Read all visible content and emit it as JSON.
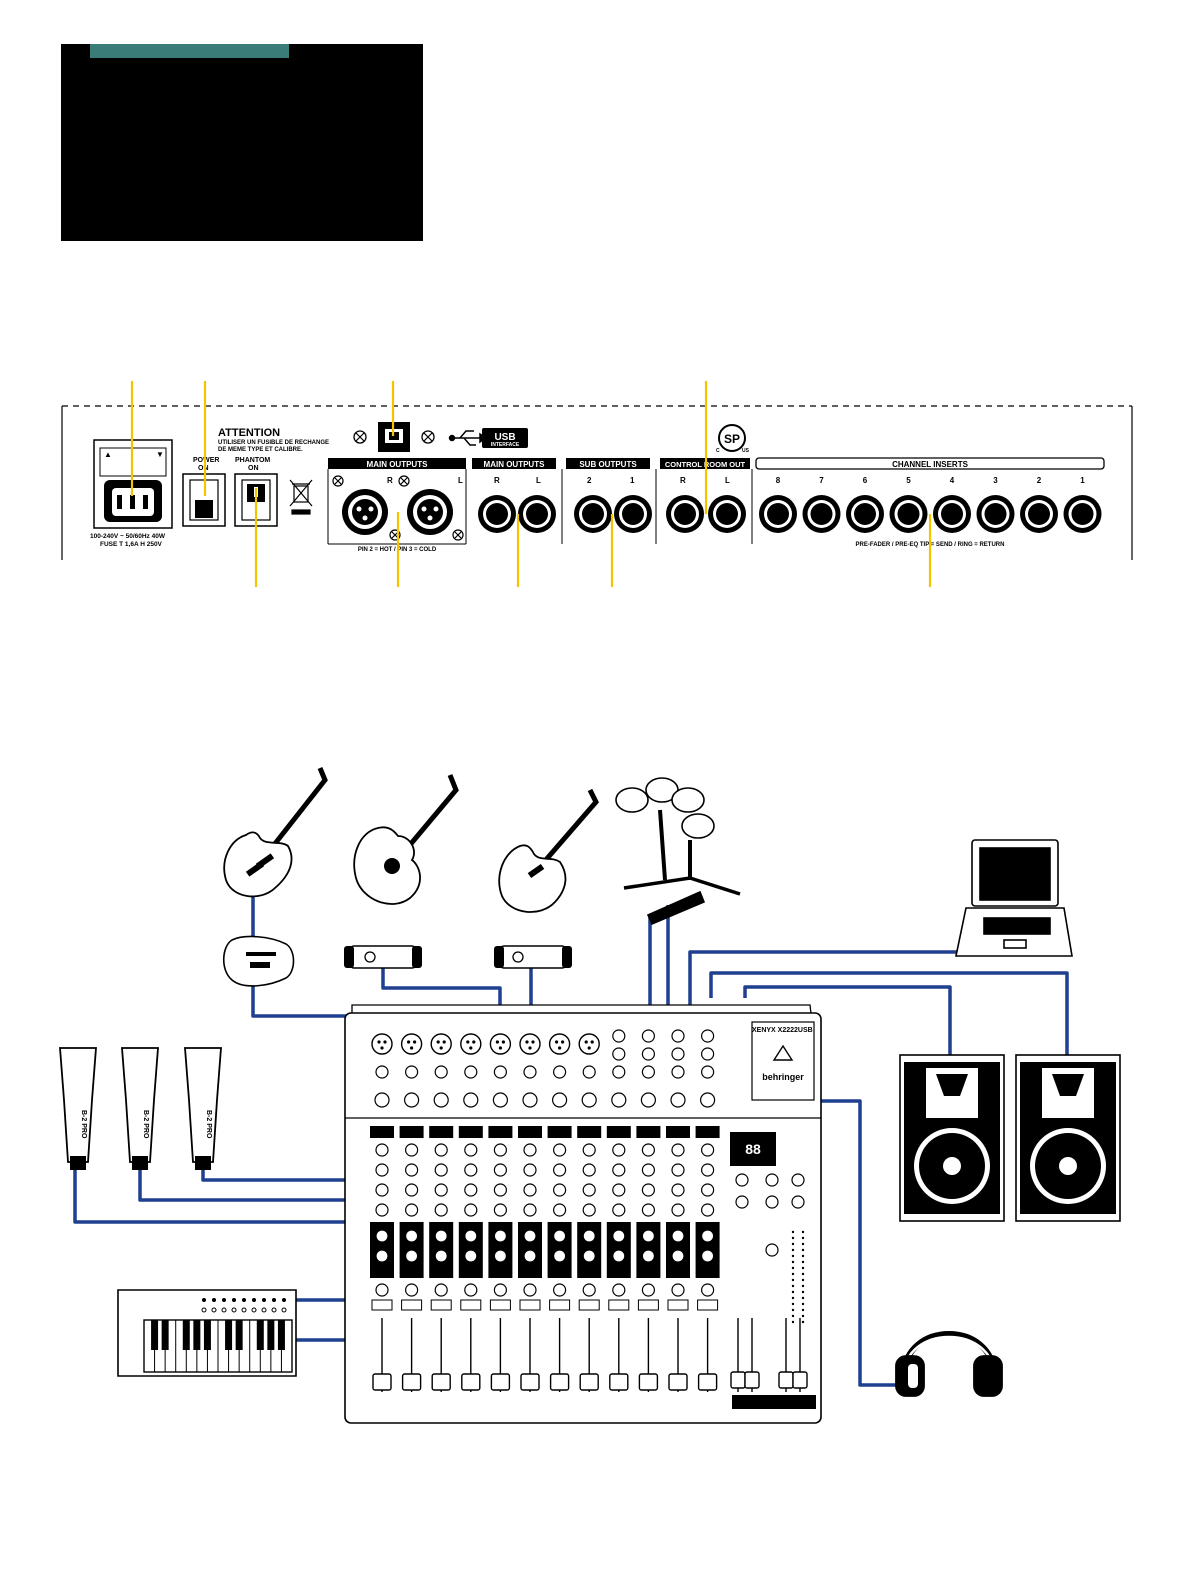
{
  "colors": {
    "accent": "#3a7d78",
    "callout": "#f5c400",
    "cable": "#1f3f8f",
    "ink": "#000000",
    "panel": "#ffffff"
  },
  "rear_panel": {
    "attention_title": "ATTENTION",
    "attention_line1": "UTILISER UN FUSIBLE DE RECHANGE",
    "attention_line2": "DE MEME TYPE ET CALIBRE.",
    "power_label1": "POWER",
    "power_label2": "ON",
    "phantom_label1": "PHANTOM",
    "phantom_label2": "ON",
    "mains_rating": "100-240V ~ 50/60Hz 40W",
    "fuse_rating": "FUSE T 1,6A H 250V",
    "usb_badge_top": "USB",
    "usb_badge_bottom": "INTERFACE",
    "xlr_section": "MAIN OUTPUTS",
    "xlr_r": "R",
    "xlr_l": "L",
    "xlr_pin_note": "PIN 2 = HOT / PIN 3 = COLD",
    "jack_main_section": "MAIN OUTPUTS",
    "jack_main_r": "R",
    "jack_main_l": "L",
    "sub_section": "SUB OUTPUTS",
    "sub_2": "2",
    "sub_1": "1",
    "control_room_section": "CONTROL ROOM OUT",
    "control_room_r": "R",
    "control_room_l": "L",
    "inserts_section": "CHANNEL INSERTS",
    "insert_numbers": [
      "8",
      "7",
      "6",
      "5",
      "4",
      "3",
      "2",
      "1"
    ],
    "inserts_note": "PRE-FADER / PRE-EQ TIP = SEND / RING = RETURN",
    "csa_mark": "SP",
    "csa_c": "C",
    "csa_us": "US"
  },
  "setup": {
    "mic_badge": "B-2 PRO",
    "mixer_model": "XENYX X2222USB",
    "mixer_brand": "behringer",
    "meter_display": "88"
  }
}
